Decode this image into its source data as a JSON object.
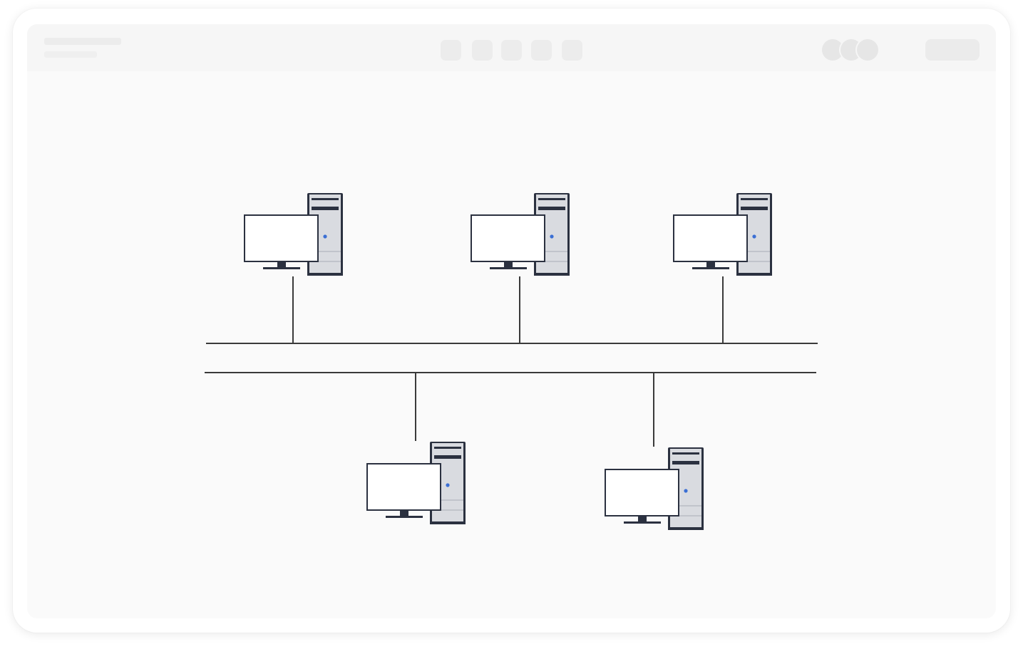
{
  "window": {
    "controls": [
      "toolbar-button",
      "toolbar-button",
      "toolbar-button",
      "toolbar-button",
      "toolbar-button"
    ]
  },
  "diagram": {
    "type": "bus-network-topology",
    "icon": "desktop-computer-icon",
    "colors": {
      "line": "#3a3a3a",
      "outline": "#2b3140",
      "tower_fill": "#d9dbe0",
      "monitor_fill": "#ffffff",
      "power_led": "#3b6fd4"
    },
    "nodes": [
      {
        "id": "pc-1",
        "group": "top"
      },
      {
        "id": "pc-2",
        "group": "top"
      },
      {
        "id": "pc-3",
        "group": "top"
      },
      {
        "id": "pc-4",
        "group": "bottom"
      },
      {
        "id": "pc-5",
        "group": "bottom"
      }
    ],
    "buses": [
      {
        "id": "bus-top",
        "connects": [
          "pc-1",
          "pc-2",
          "pc-3"
        ]
      },
      {
        "id": "bus-bottom",
        "connects": [
          "pc-4",
          "pc-5"
        ]
      }
    ]
  }
}
